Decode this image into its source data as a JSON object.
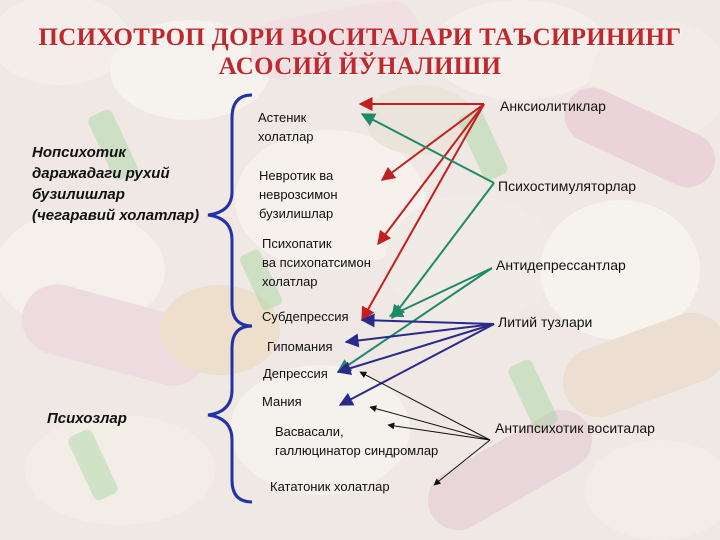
{
  "title": {
    "line1": "ПСИХОТРОП ДОРИ ВОСИТАЛАРИ ТАЪСИРИНИНГ",
    "line2": "АСОСИЙ  ЙЎНАЛИШИ"
  },
  "groups": {
    "neurotic": {
      "line1": "Нопсихотик",
      "line2": "даражадаги  рухий",
      "line3": "бузилишлар",
      "line4": "(чегаравий холатлар)"
    },
    "psychoses": {
      "label": "Психозлар"
    }
  },
  "conditions": {
    "asthenic": {
      "line1": "Астеник",
      "line2": "холатлар"
    },
    "neurotic": {
      "line1": "Невротик ва",
      "line2": "неврозсимон",
      "line3": "бузилишлар"
    },
    "psychopathic": {
      "line1": "Психопатик",
      "line2": "ва психопатсимон",
      "line3": "холатлар"
    },
    "subdepression": "Субдепрессия",
    "hypomania": "Гипомания",
    "depression": "Депрессия",
    "mania": "Мания",
    "delusions": {
      "line1": "Васвасали,",
      "line2": "галлюцинатор синдромлар"
    },
    "catatonic": "Кататоник холатлар"
  },
  "drugs": {
    "anxiolytics": "Анксиолитиклар",
    "psychostimulants": "Психостимуляторлар",
    "antidepressants": "Антидепрессантлар",
    "lithium": "Литий тузлари",
    "antipsychotics": "Антипсихотик воситалар"
  },
  "colors": {
    "title": "#c0282d",
    "brace": "#2233aa",
    "anxiolytic_arrow": "#c41e1e",
    "psychostimulant_arrow": "#1e8a6a",
    "antidepressant_arrow": "#1e8a6a",
    "lithium_arrow": "#2a2a8a",
    "antipsychotic_arrow": "#111111"
  },
  "arrows": [
    {
      "from": "anxiolytics",
      "to": "asthenic",
      "color": "#c41e1e"
    },
    {
      "from": "anxiolytics",
      "to": "neurotic",
      "color": "#c41e1e"
    },
    {
      "from": "anxiolytics",
      "to": "psychopathic",
      "color": "#c41e1e"
    },
    {
      "from": "anxiolytics",
      "to": "subdepression",
      "color": "#c41e1e"
    },
    {
      "from": "psychostimulants",
      "to": "asthenic",
      "color": "#1e8a6a"
    },
    {
      "from": "psychostimulants",
      "to": "subdepression",
      "color": "#1e8a6a"
    },
    {
      "from": "antidepressants",
      "to": "subdepression",
      "color": "#1e8a6a"
    },
    {
      "from": "antidepressants",
      "to": "depression",
      "color": "#1e8a6a"
    },
    {
      "from": "lithium",
      "to": "subdepression",
      "color": "#2a2a8a"
    },
    {
      "from": "lithium",
      "to": "hypomania",
      "color": "#2a2a8a"
    },
    {
      "from": "lithium",
      "to": "depression",
      "color": "#2a2a8a"
    },
    {
      "from": "lithium",
      "to": "mania",
      "color": "#2a2a8a"
    },
    {
      "from": "antipsychotics",
      "to": "depression",
      "color": "#111111"
    },
    {
      "from": "antipsychotics",
      "to": "mania",
      "color": "#111111"
    },
    {
      "from": "antipsychotics",
      "to": "delusions",
      "color": "#111111"
    },
    {
      "from": "antipsychotics",
      "to": "catatonic",
      "color": "#111111"
    }
  ]
}
